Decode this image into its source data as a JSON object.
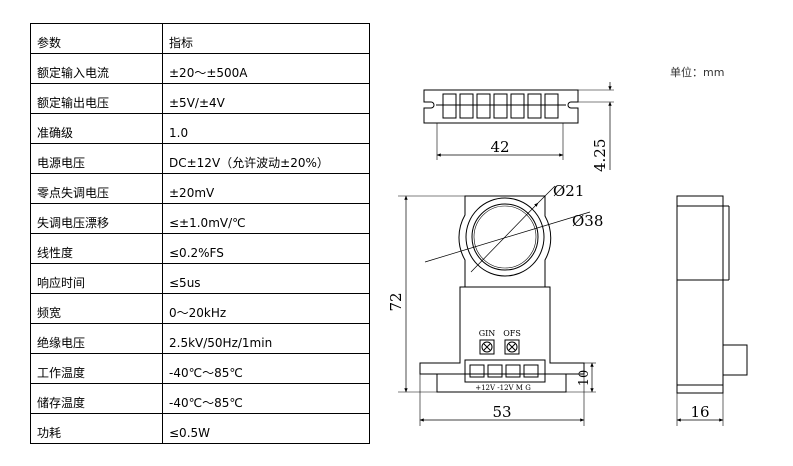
{
  "table": {
    "header": {
      "param": "参数",
      "spec": "指标"
    },
    "rows": [
      {
        "param": "额定输入电流",
        "spec": "±20～±500A"
      },
      {
        "param": "额定输出电压",
        "spec": "±5V/±4V"
      },
      {
        "param": "准确级",
        "spec": "1.0"
      },
      {
        "param": "电源电压",
        "spec": "DC±12V（允许波动±20%）"
      },
      {
        "param": "零点失调电压",
        "spec": "±20mV"
      },
      {
        "param": "失调电压漂移",
        "spec": "≤±1.0mV/℃"
      },
      {
        "param": "线性度",
        "spec": "≤0.2%FS"
      },
      {
        "param": "响应时间",
        "spec": "≤5us"
      },
      {
        "param": "频宽",
        "spec": "0～20kHz"
      },
      {
        "param": "绝缘电压",
        "spec": "2.5kV/50Hz/1min"
      },
      {
        "param": "工作温度",
        "spec": "-40℃～85℃"
      },
      {
        "param": "储存温度",
        "spec": "-40℃～85℃"
      },
      {
        "param": "功耗",
        "spec": "≤0.5W"
      }
    ]
  },
  "unit_label": "单位：mm",
  "drawing": {
    "top_width": "42",
    "top_height": "4.25",
    "inner_diameter": "Ø21",
    "outer_diameter": "Ø38",
    "height": "72",
    "width": "53",
    "base_height": "10",
    "side_width": "16",
    "gin_label": "GIN",
    "ofs_label": "OFS",
    "pin_label": "+12V -12V M G"
  }
}
